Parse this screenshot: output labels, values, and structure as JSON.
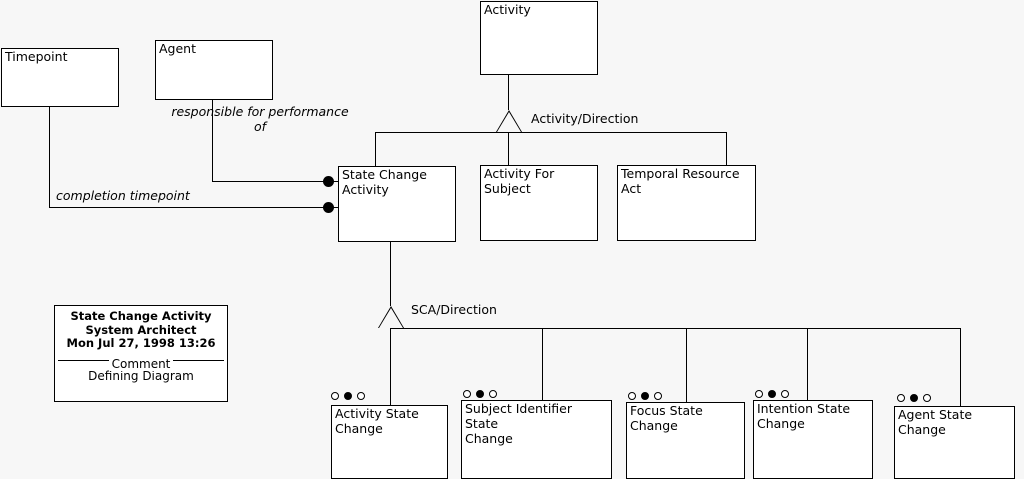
{
  "diagram": {
    "title": "State Change Activity",
    "classes": {
      "timepoint": {
        "name": "Timepoint"
      },
      "agent": {
        "name": "Agent"
      },
      "activity": {
        "name": "Activity"
      },
      "state_change_activity": {
        "name": "State Change\nActivity"
      },
      "activity_for_subject": {
        "name": "Activity For\nSubject"
      },
      "temporal_resource_act": {
        "name": "Temporal Resource\nAct"
      },
      "activity_state_change": {
        "name": "Activity State\nChange"
      },
      "subject_identifier_state_change": {
        "name": "Subject Identifier State\nChange"
      },
      "focus_state_change": {
        "name": "Focus State\nChange"
      },
      "intention_state_change": {
        "name": "Intention State\nChange"
      },
      "agent_state_change": {
        "name": "Agent State\nChange"
      }
    },
    "associations": {
      "agent_role": {
        "label": "responsible for performance\nof"
      },
      "timepoint_role": {
        "label": "completion timepoint"
      }
    },
    "generalizations": {
      "activity_direction": {
        "label": "Activity/Direction"
      },
      "sca_direction": {
        "label": "SCA/Direction"
      }
    },
    "adornments": {
      "states": [
        "open",
        "filled",
        "open"
      ]
    }
  },
  "legend": {
    "title": "State Change Activity\nSystem Architect\nMon Jul 27, 1998  13:26",
    "separator_label": "Comment",
    "body": "Defining Diagram"
  },
  "colors": {
    "background": "#f7f7f7",
    "box_fill": "#ffffff",
    "stroke": "#000000"
  }
}
